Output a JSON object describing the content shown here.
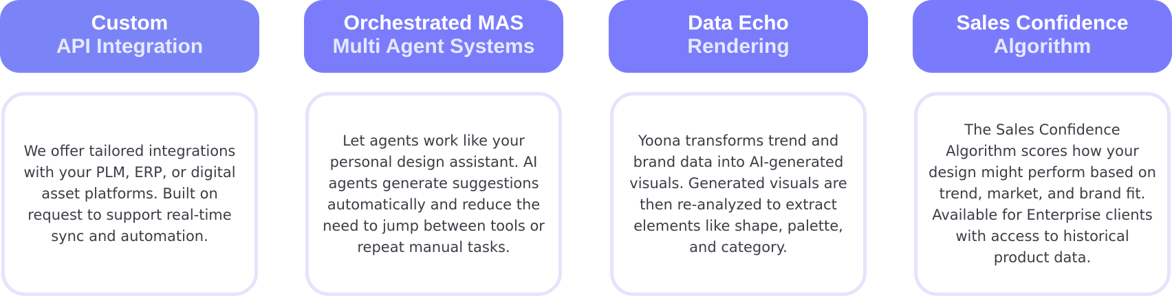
{
  "features": [
    {
      "title": "Custom",
      "subtitle": "API Integration",
      "description": "We offer tailored integrations with your PLM, ERP, or digital asset platforms. Built on request to support real-time sync and automation."
    },
    {
      "title": "Orchestrated MAS",
      "subtitle": "Multi Agent Systems",
      "description": "Let agents work like your personal design assistant. AI agents generate suggestions automatically and reduce the need to jump between tools or repeat manual tasks."
    },
    {
      "title": "Data Echo",
      "subtitle": "Rendering",
      "description": "Yoona transforms trend and brand data into AI-generated visuals. Generated visuals are then re-analyzed to extract elements like shape, palette, and category."
    },
    {
      "title": "Sales Confidence",
      "subtitle": "Algorithm",
      "description": "The Sales Confidence Algorithm scores how your design might perform based on trend, market, and brand fit. Available for Enterprise clients with access to historical product data."
    }
  ],
  "colors": {
    "header_background": "#7a7cfc",
    "header_title": "#ffffff",
    "header_subtitle": "#e6e8ff",
    "card_border": "#e4e4fc",
    "card_text": "#3c3c46"
  }
}
